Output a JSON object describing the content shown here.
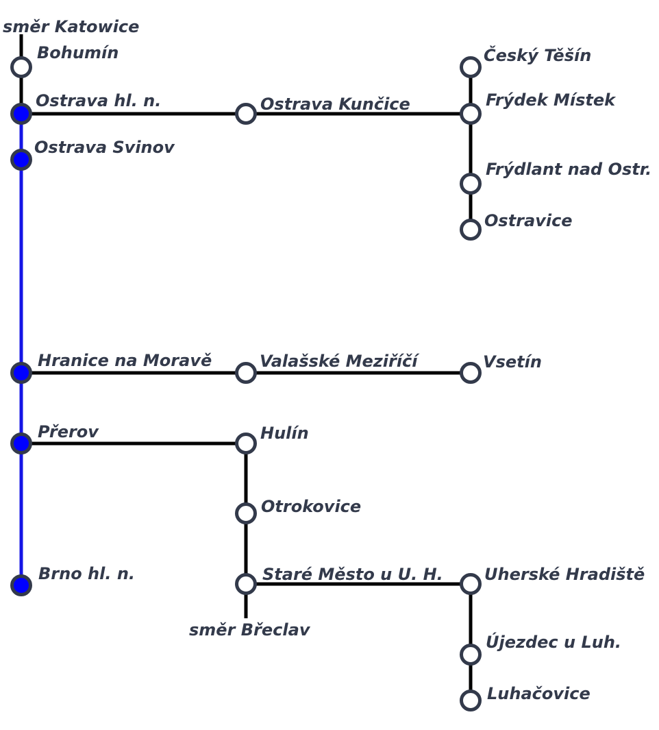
{
  "colors": {
    "line_black": "#000000",
    "line_blue": "#1414e6",
    "node_fill_blue": "#0000ff",
    "node_fill_white": "#ffffff",
    "node_stroke": "#333a4b",
    "label_text": "#333a4b"
  },
  "directions": {
    "katowice": "směr Katowice",
    "breclav": "směr Břeclav"
  },
  "stations": {
    "bohumin": "Bohumín",
    "ostrava_hl_n": "Ostrava hl. n.",
    "ostrava_svinov": "Ostrava Svinov",
    "hranice": "Hranice na Moravě",
    "prerov": "Přerov",
    "brno": "Brno hl. n.",
    "ostrava_kuncice": "Ostrava Kunčice",
    "cesky_tesin": "Český Těšín",
    "frydek_mistek": "Frýdek Místek",
    "frydlant": "Frýdlant nad Ostr.",
    "ostravice": "Ostravice",
    "valasske_mezirici": "Valašské Meziříčí",
    "vsetin": "Vsetín",
    "hulin": "Hulín",
    "otrokovice": "Otrokovice",
    "stare_mesto": "Staré Město u U. H.",
    "uherske_hradiste": "Uherské Hradiště",
    "ujezdec": "Újezdec u Luh.",
    "luhacovice": "Luhačovice"
  }
}
